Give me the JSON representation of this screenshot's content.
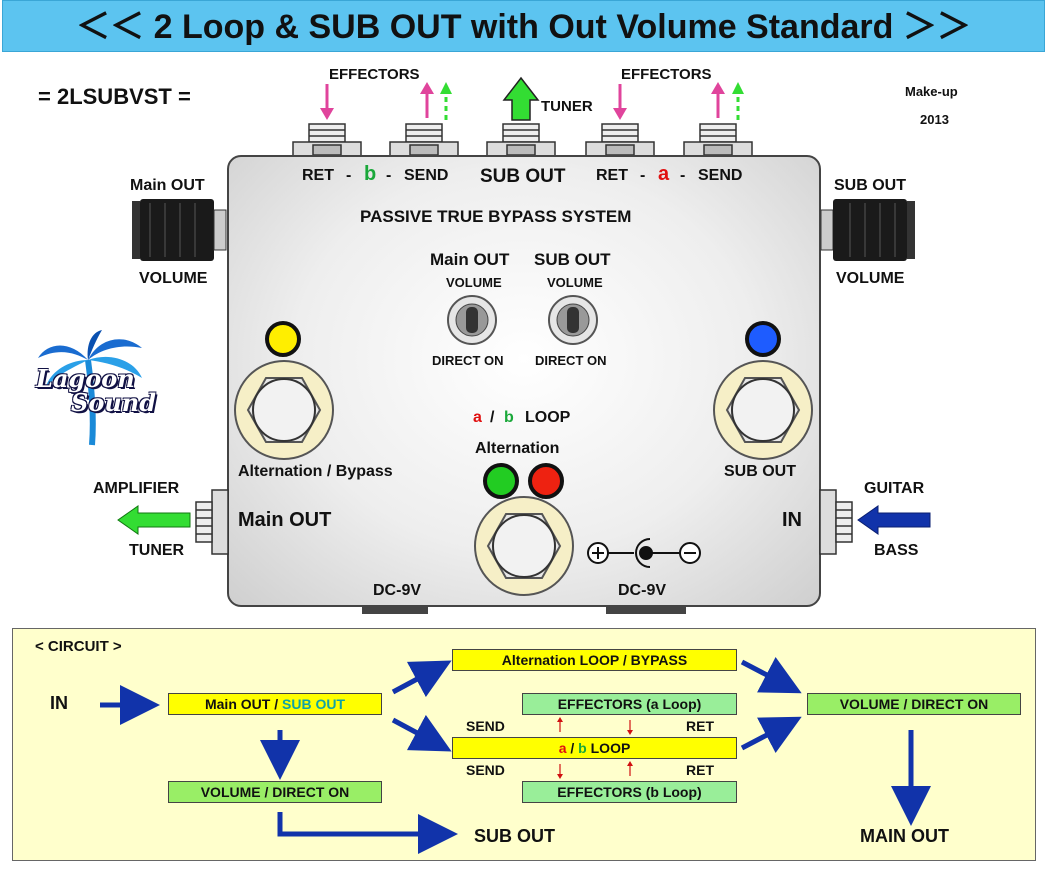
{
  "title": "＜＜ 2 Loop & SUB OUT with Out Volume Standard ＞＞",
  "model_code": "= 2LSUBVST =",
  "makeup": {
    "line1": "Make-up",
    "line2": "2013"
  },
  "top": {
    "effectors_left": "EFFECTORS",
    "effectors_right": "EFFECTORS",
    "tuner": "TUNER",
    "ret_b": "RET",
    "dash1": "-",
    "b": "b",
    "dash2": "-",
    "send_b": "SEND",
    "sub_out": "SUB OUT",
    "ret_a": "RET",
    "dash3": "-",
    "a": "a",
    "dash4": "-",
    "send_a": "SEND"
  },
  "sides": {
    "main_out_top": "Main OUT",
    "volume_left": "VOLUME",
    "sub_out_top": "SUB OUT",
    "volume_right": "VOLUME",
    "amplifier": "AMPLIFIER",
    "tuner": "TUNER",
    "guitar": "GUITAR",
    "bass": "BASS"
  },
  "panel": {
    "system": "PASSIVE TRUE  BYPASS SYSTEM",
    "toggle1_title": "Main OUT",
    "toggle1_sub": "VOLUME",
    "toggle1_bottom": "DIRECT ON",
    "toggle2_title": "SUB OUT",
    "toggle2_sub": "VOLUME",
    "toggle2_bottom": "DIRECT ON",
    "loop_a": "a",
    "loop_slash": "/",
    "loop_b": "b",
    "loop_word": "LOOP",
    "alternation": "Alternation",
    "footswitch_left": "Alternation / Bypass",
    "footswitch_right": "SUB OUT",
    "main_out_jack": "Main OUT",
    "in_jack": "IN",
    "dc_left": "DC-9V",
    "dc_right": "DC-9V"
  },
  "logo": {
    "line1": "Lagoon",
    "line2": "Sound"
  },
  "circuit": {
    "header": "< CIRCUIT >",
    "in": "IN",
    "main_sub_1": "Main OUT /",
    "main_sub_2": "SUB OUT",
    "volume_direct_left": "VOLUME / DIRECT ON",
    "sub_out_end": "SUB  OUT",
    "alt_loop": "Alternation LOOP / BYPASS",
    "effectors_a": "EFFECTORS  (a Loop)",
    "send1": "SEND",
    "ret1": "RET",
    "ab_a": "a",
    "ab_slash": "/",
    "ab_b": "b",
    "ab_loop": "LOOP",
    "send2": "SEND",
    "ret2": "RET",
    "effectors_b": "EFFECTORS  (b Loop)",
    "volume_direct_right": "VOLUME / DIRECT ON",
    "main_out_end": "MAIN  OUT"
  },
  "colors": {
    "title_bg": "#5cc4f0",
    "led_yellow": "#ffee00",
    "led_blue": "#1e5cff",
    "led_green": "#22cc22",
    "led_red": "#ee2211",
    "arrow_pink": "#e0449c",
    "arrow_green": "#33dd33",
    "arrow_blue": "#1133aa",
    "box_yellow": "#ffff00",
    "box_green": "#99ee66",
    "circuit_bg": "#ffffcc"
  }
}
